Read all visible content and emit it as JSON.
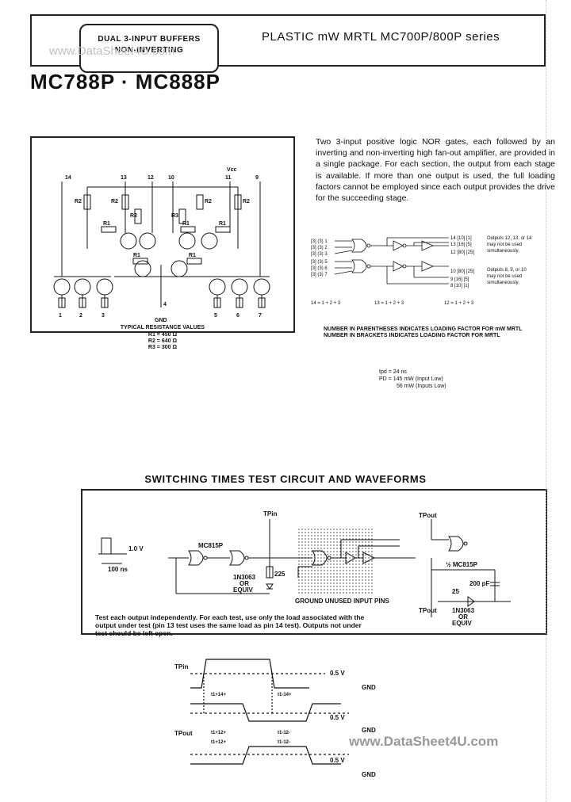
{
  "header": {
    "left_line1": "DUAL 3-INPUT BUFFERS",
    "left_line2": "NON-INVERTING",
    "series_title": "PLASTIC mW MRTL MC700P/800P series",
    "watermark_top": "www.DataSheet4U.com"
  },
  "part_number": "MC788P · MC888P",
  "description": "Two 3-input positive logic NOR gates, each followed by an inverting and non-inverting high fan-out amplifier, are provided in a single package. For each section, the output from each stage is available. If more than one output is used, the full loading factors cannot be employed since each output provides the drive for the succeeding stage.",
  "schematic": {
    "pins_top": [
      "14",
      "13",
      "12",
      "10",
      "11",
      "9"
    ],
    "vcc_label": "Vcc",
    "pins_bottom": [
      "1",
      "2",
      "3",
      "4",
      "5",
      "6",
      "7"
    ],
    "gnd_label": "GND",
    "resistor_labels": [
      "R2",
      "R2",
      "R3",
      "R3",
      "R2",
      "R2",
      "R1",
      "R1",
      "R1",
      "R1",
      "R1"
    ],
    "resistance_title": "TYPICAL RESISTANCE VALUES",
    "resistance_values": [
      "R1 = 450 Ω",
      "R2 = 640 Ω",
      "R3 = 300 Ω"
    ]
  },
  "logic": {
    "left_pins": [
      "[3] (3) 1",
      "[3] (3) 2",
      "[3] (3) 3",
      "[3] (3) 5",
      "[3] (3) 6",
      "[3] (3) 7"
    ],
    "right_pins_top": [
      "14 [10] [1]",
      "13 [16] [5]",
      "12 [80] [25]"
    ],
    "right_pins_bottom": [
      "10 [80] [25]",
      "9 [16] [5]",
      "8 [10] [1]"
    ],
    "note_top": [
      "Outputs 12, 13, or 14",
      "may not be used",
      "simultaneously."
    ],
    "note_bottom": [
      "Outputs 8, 9, or 10",
      "may not be used",
      "simultaneously."
    ],
    "equations": [
      "14 = 1 + 2 + 3",
      "13 = 1 + 2 + 3",
      "12 = 1 + 2 + 3"
    ],
    "loading_note": [
      "NUMBER IN PARENTHESES INDICATES LOADING FACTOR FOR mW MRTL",
      "NUMBER IN BRACKETS INDICATES LOADING FACTOR FOR MRTL"
    ],
    "timing": [
      "tpd = 24 ns",
      "PD = 145 mW (Input Low)",
      "56 mW (Inputs Low)"
    ]
  },
  "test": {
    "section_title": "SWITCHING TIMES TEST CIRCUIT AND WAVEFORMS",
    "tp_in": "TPin",
    "tp_out": "TPout",
    "mc815p": "MC815P",
    "mc815p_half": "½ MC815P",
    "pulse_amp": "1.0 V",
    "pulse_width": "100 ns",
    "resistor_225": "225",
    "resistor_25": "25",
    "cap": "200 pF",
    "diode_a": [
      "1N3063",
      "OR",
      "EQUIV"
    ],
    "diode_b": [
      "1N3063",
      "OR",
      "EQUIV"
    ],
    "ground_note": "GROUND UNUSED INPUT PINS",
    "note": "Test each output independently. For each test, use only the load associated with the output under test (pin 13 test uses the same load as pin 14 test). Outputs not under test should be left open."
  },
  "waveforms": {
    "tp_in": "TPin",
    "tp_out": "TPout",
    "v05a": "0.5 V",
    "gnd1": "GND",
    "v05b": "0.5 V",
    "gnd2": "GND",
    "v05c": "0.5 V",
    "gnd3": "GND",
    "t1": "t1+14+",
    "t2": "t1-14+",
    "t3": "t1+12+",
    "t4": "t1-12-",
    "t5": "t1+12+",
    "t6": "t1-12-"
  },
  "watermark_bottom": "www.DataSheet4U.com"
}
